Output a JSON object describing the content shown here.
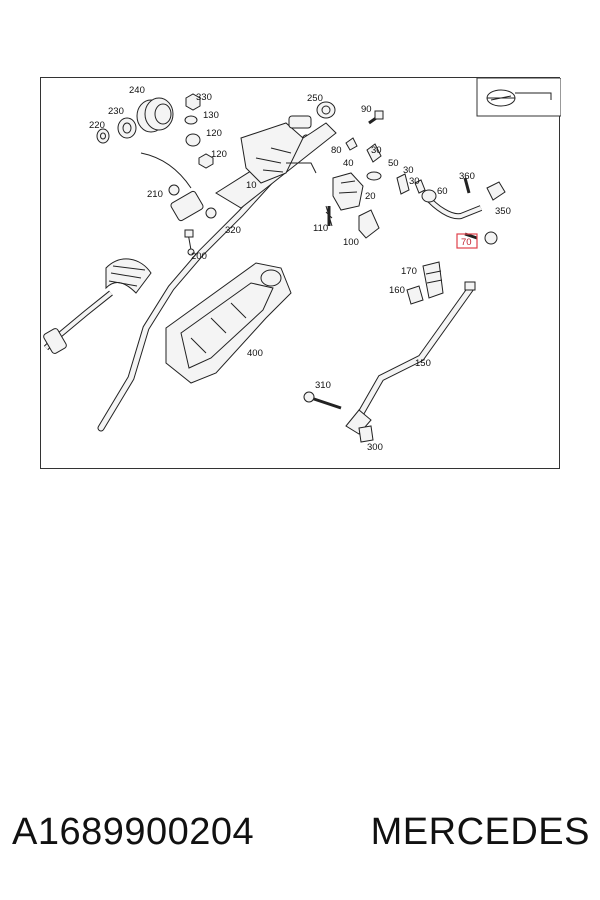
{
  "diagram": {
    "callouts": {
      "c240": "240",
      "c330": "330",
      "c230": "230",
      "c130": "130",
      "c220": "220",
      "c120a": "120",
      "c120b": "120",
      "c250": "250",
      "c90": "90",
      "c10": "10",
      "c80": "80",
      "c30a": "30",
      "c40": "40",
      "c50": "50",
      "c30b": "30",
      "c30c": "30",
      "c60": "60",
      "c360": "360",
      "c350": "350",
      "c20": "20",
      "c210": "210",
      "c320": "320",
      "c200": "200",
      "c110": "110",
      "c100": "100",
      "c70": "70",
      "c170": "170",
      "c160": "160",
      "c150": "150",
      "c400": "400",
      "c310": "310",
      "c300": "300"
    }
  },
  "footer": {
    "part_number": "A1689900204",
    "brand": "MERCEDES"
  },
  "colors": {
    "highlight": "#e0404a"
  }
}
